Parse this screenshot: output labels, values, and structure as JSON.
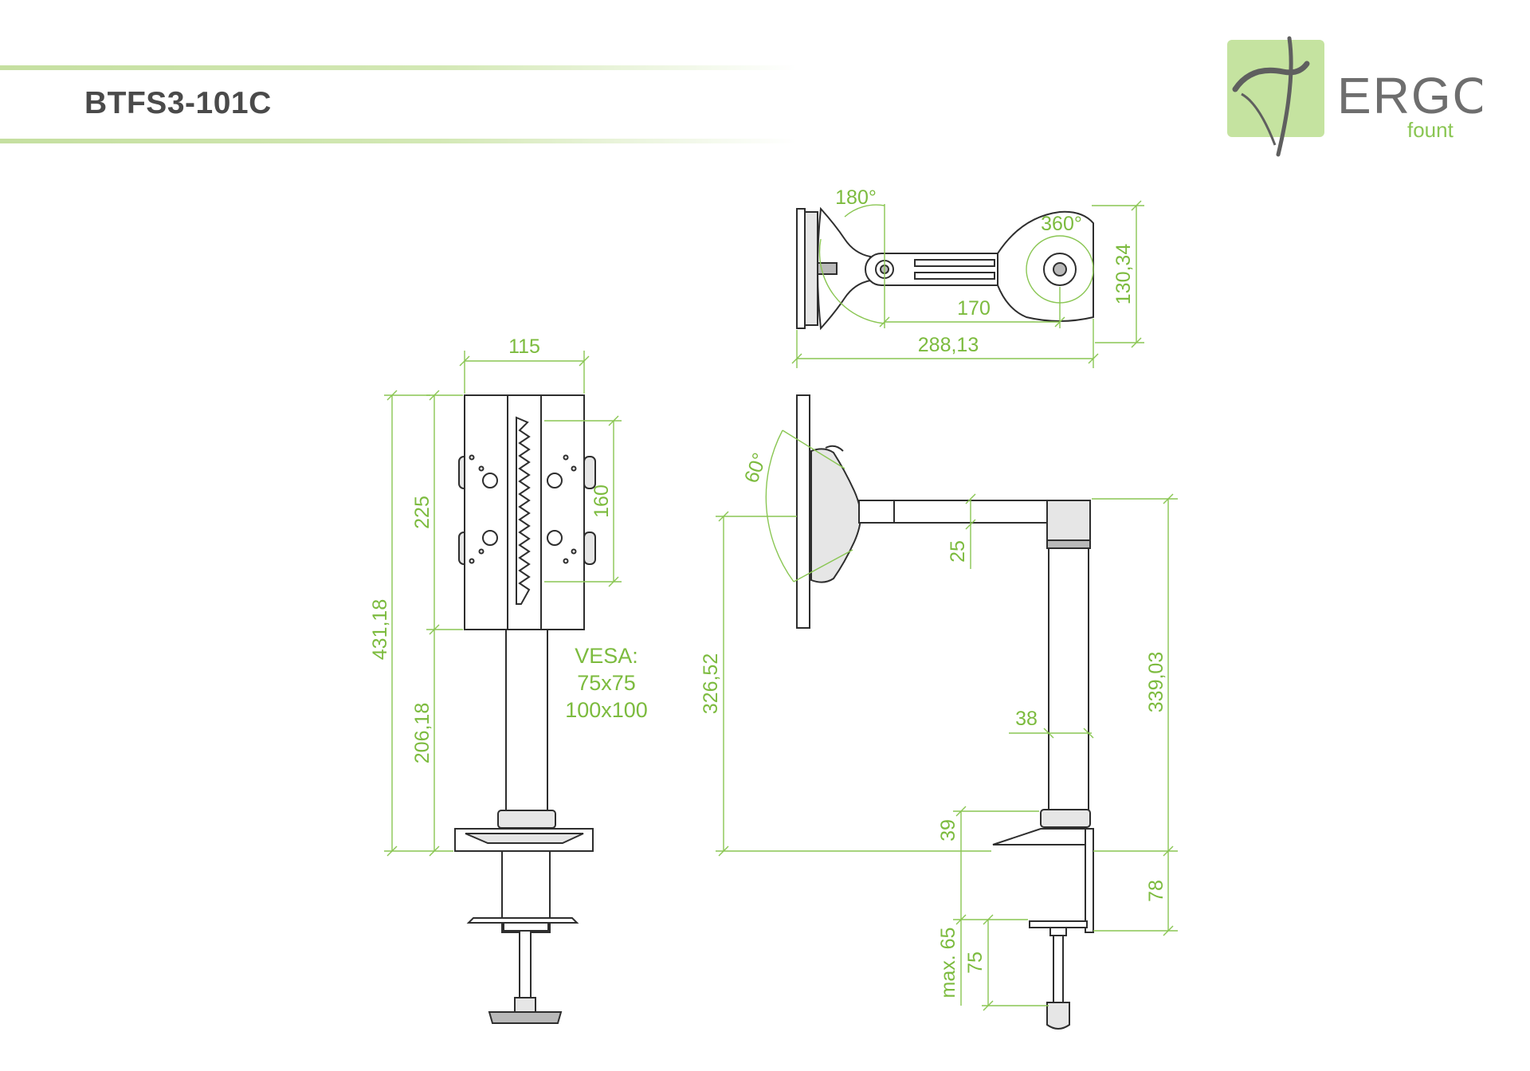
{
  "title": "BTFS3-101C",
  "logo": {
    "brand": "ERGO",
    "sub": "fount",
    "accent_color": "#c5e3a0",
    "text_color": "#6e6e6e"
  },
  "colors": {
    "dimension": "#7cbb3e",
    "outline": "#2e2e2e",
    "band": "#c5dfa0"
  },
  "front_view": {
    "width": "115",
    "plate_height": "225",
    "vesa_spacing": "160",
    "total_height": "431,18",
    "pole_height": "206,18",
    "vesa_label": "VESA:",
    "vesa_sizes": [
      "75x75",
      "100x100"
    ]
  },
  "top_view": {
    "tilt_angle": "180°",
    "swivel_angle": "360°",
    "arm_length": "170",
    "total_length": "288,13",
    "depth": "130,34"
  },
  "side_view": {
    "tilt_angle": "60°",
    "arm_thickness": "25",
    "pole_width": "38",
    "panel_height": "326,52",
    "pole_height": "339,03",
    "base_height": "39",
    "clamp_depth": "78",
    "max_desk": "max. 65",
    "clamp_offset": "75"
  }
}
